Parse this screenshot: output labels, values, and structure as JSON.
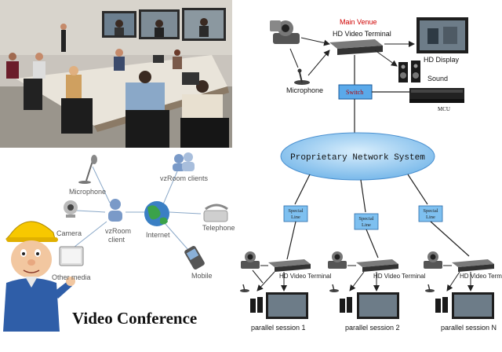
{
  "title": "Video Conference",
  "main_venue": {
    "heading": "Main Venue",
    "terminal": "HD Video Terminal",
    "display": "HD Display",
    "sound": "Sound",
    "microphone": "Microphone",
    "switch": "Switch",
    "mcu": "MCU"
  },
  "network": "Proprietary Network System",
  "special_line": [
    "Special",
    "Line"
  ],
  "sessions": [
    {
      "terminal": "HD Video Terminal",
      "label": "parallel session 1"
    },
    {
      "terminal": "HD Video Terminal",
      "label": "parallel session 2"
    },
    {
      "terminal": "HD Video Terminal",
      "label": "parallel session N"
    }
  ],
  "client_diagram": {
    "microphone": "Microphone",
    "vzroom_clients": "vzRoom clients",
    "camera": "Camera",
    "vzroom_client": [
      "vzRoom",
      "client"
    ],
    "internet": "Internet",
    "telephone": "Telephone",
    "other_media": "Other media",
    "mobile": "Mobile"
  },
  "colors": {
    "switch_fill": "#5aa9ea",
    "network_fill": "#9fd0f5",
    "special_fill": "#7ec0f0",
    "heading": "#d00000"
  }
}
